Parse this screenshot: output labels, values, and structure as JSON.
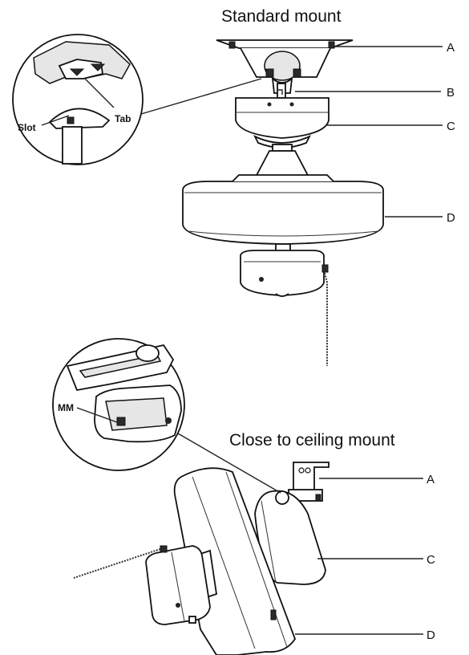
{
  "standard": {
    "title": "Standard mount",
    "labels": {
      "a": "A",
      "b": "B",
      "c": "C",
      "d": "D"
    },
    "inset": {
      "slot": "Slot",
      "tab": "Tab"
    }
  },
  "close": {
    "title": "Close to ceiling mount",
    "labels": {
      "a": "A",
      "c": "C",
      "d": "D"
    },
    "inset": {
      "mm": "MM"
    }
  }
}
